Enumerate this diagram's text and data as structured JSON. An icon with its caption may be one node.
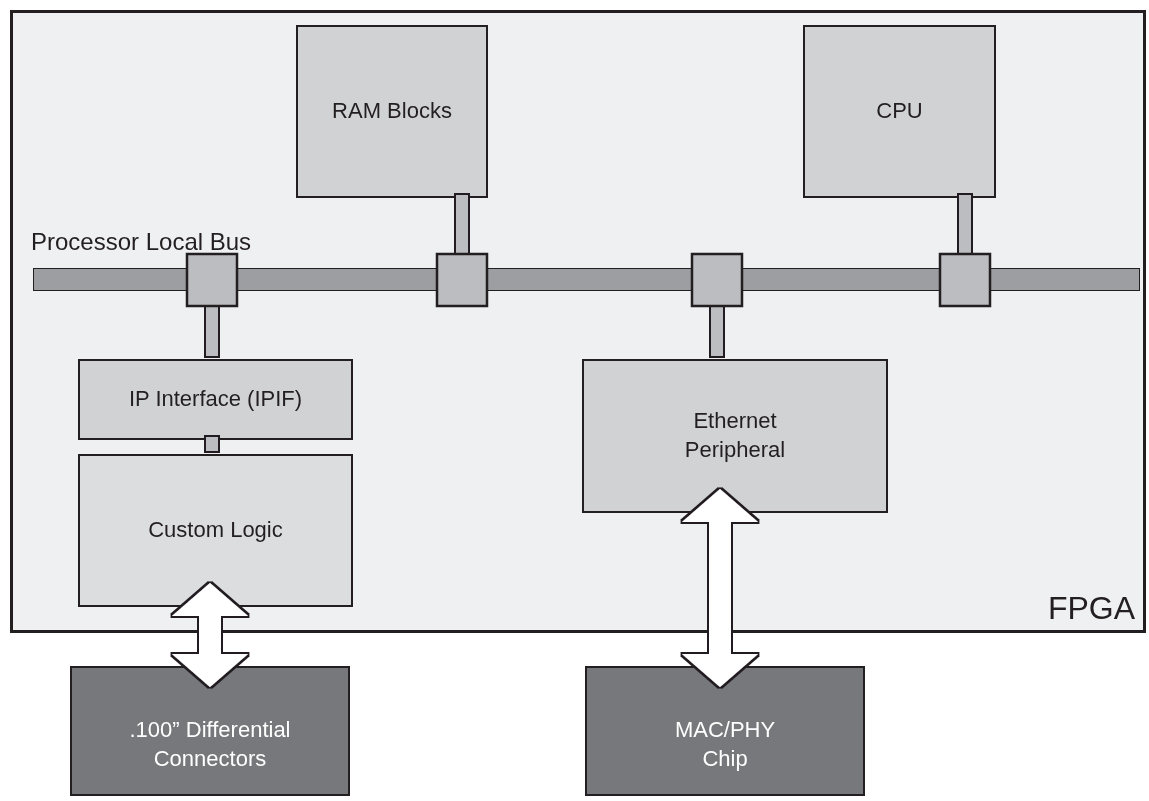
{
  "diagram": {
    "nodes": [
      {
        "text": [
          "FPGA"
        ]
      },
      {
        "text": [
          "RAM Blocks"
        ],
        "in": 0
      },
      {
        "text": [
          "CPU"
        ],
        "in": 0
      },
      {
        "text": [
          "Processor Local Bus"
        ],
        "in": 0
      },
      {
        "text": [
          "IP Interface (IPIF)"
        ],
        "in": 0
      },
      {
        "text": [
          "Custom Logic"
        ],
        "in": 0
      },
      {
        "text": [
          "Ethernet Peripheral"
        ],
        "in": 0
      },
      {
        "text": [
          ".100” Differential Connectors"
        ]
      },
      {
        "text": [
          "MAC/PHY Chip"
        ]
      }
    ],
    "edges": [
      {
        "from": 1,
        "to": 3,
        "arrow": "none"
      },
      {
        "from": 2,
        "to": 3,
        "arrow": "none"
      },
      {
        "from": 3,
        "to": 4,
        "arrow": "none"
      },
      {
        "from": 4,
        "to": 5,
        "arrow": "none"
      },
      {
        "from": 3,
        "to": 6,
        "arrow": "none"
      },
      {
        "from": 5,
        "to": 7,
        "arrow": "both",
        "style": "thick",
        "color": "#ffffff"
      },
      {
        "from": 6,
        "to": 8,
        "arrow": "both",
        "style": "thick",
        "color": "#ffffff"
      }
    ]
  }
}
